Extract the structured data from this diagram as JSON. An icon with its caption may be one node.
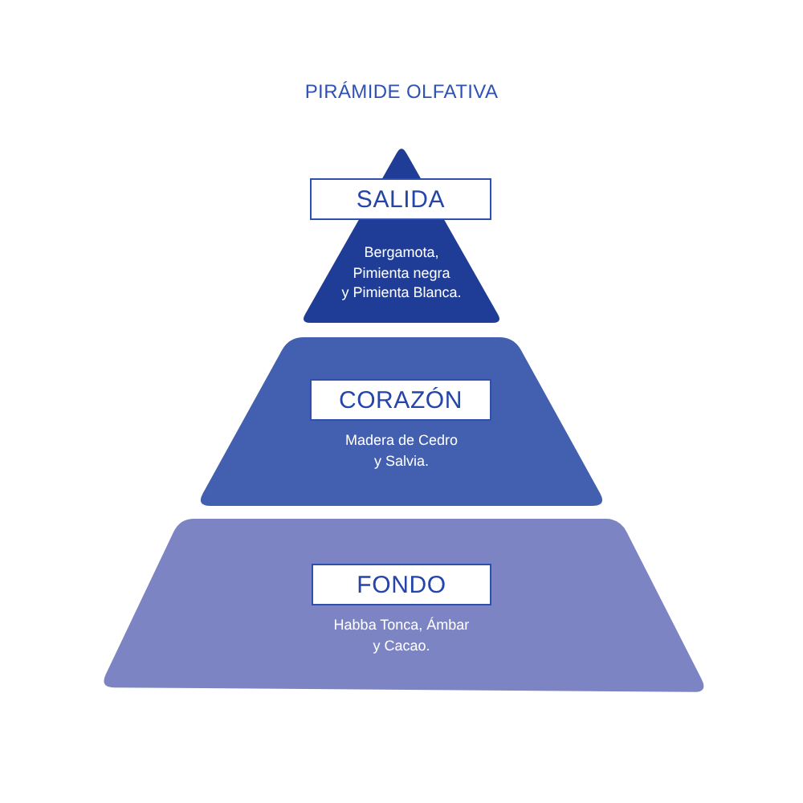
{
  "diagram": {
    "title": "PIRÁMIDE OLFATIVA",
    "nodes": [
      {
        "text": [
          "SALIDA",
          "Bergamota, Pimienta negra y Pimienta Blanca."
        ]
      },
      {
        "text": [
          "CORAZÓN",
          "Madera de Cedro y Salvia."
        ]
      },
      {
        "text": [
          "FONDO",
          "Habba Tonca, Ámbar y Cacao."
        ]
      }
    ]
  }
}
